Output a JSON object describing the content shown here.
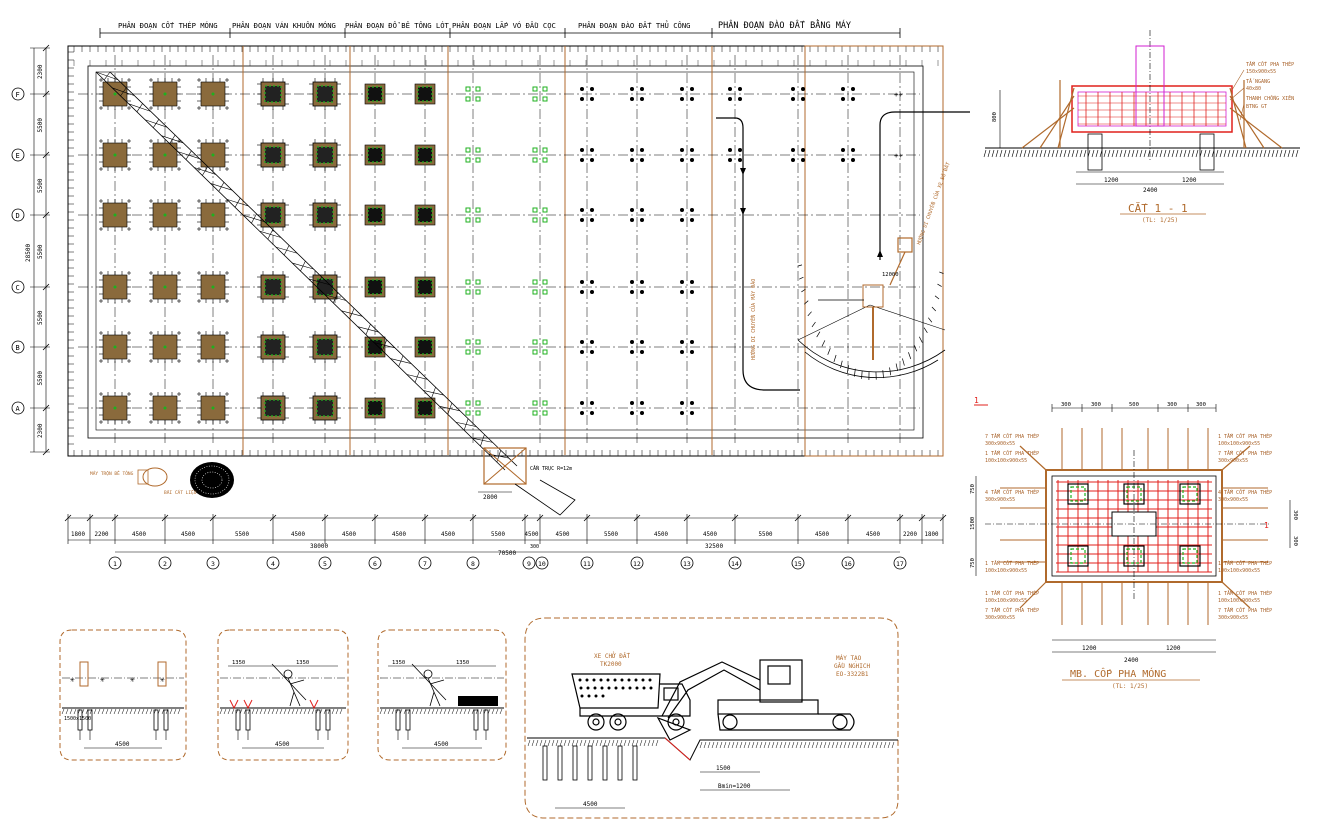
{
  "colors": {
    "background": "#ffffff",
    "ink": "#000000",
    "formwork": "#b06a2c",
    "footing_fill": "#8a6a3c",
    "rebar_red": "#e0201c",
    "rebar_green": "#1fb01f",
    "magenta": "#d21fd2",
    "annotation": "#a8622a"
  },
  "phases": [
    "PHÂN ĐOẠN CỐT THÉP MÓNG",
    "PHÂN ĐOẠN VÁN KHUÔN MÓNG",
    "PHÂN ĐOẠN ĐỔ BÊ TÔNG LÓT",
    "PHÂN ĐOẠN LẮP VÓ ĐẦU CỌC",
    "PHÂN ĐOẠN ĐÀO ĐẤT THỦ CÔNG",
    "PHÂN ĐOẠN ĐÀO ĐẤT BẰNG MÁY"
  ],
  "axis_letters": [
    "F",
    "E",
    "D",
    "C",
    "B",
    "A"
  ],
  "left_dims": [
    "2300",
    "5500",
    "5500",
    "5500",
    "5500",
    "5500",
    "2300"
  ],
  "left_total": "28500",
  "bottom_dims": [
    "1800",
    "2200",
    "4500",
    "4500",
    "5500",
    "4500",
    "4500",
    "4500",
    "4500",
    "5500",
    "4500",
    "4500",
    "5500",
    "4500",
    "4500",
    "5500",
    "4500",
    "4500",
    "2200",
    "1800"
  ],
  "bottom_subtotal_left": "38000",
  "bottom_subtotal_right": "32500",
  "bottom_total": "70500",
  "bottom_center_dim": "300",
  "axis_numbers": [
    "1",
    "2",
    "3",
    "4",
    "5",
    "6",
    "7",
    "8",
    "9",
    "10",
    "11",
    "12",
    "13",
    "14",
    "15",
    "16",
    "17"
  ],
  "plan_labels": {
    "mixer": "MÁY TRỘN BÊ TÔNG",
    "sand": "BÃI CÁT LIỆU",
    "crane_dim": "2800",
    "crane_label": "CẦN TRỤC R=12m",
    "route1": "HƯỚNG DI CHUYỂN CỦA MÁY ĐÀO",
    "route2": "HƯỚNG DI CHUYỂN CỦA XE ĐỔ ĐẤT",
    "excavator_dim": "12000"
  },
  "section": {
    "title": "CẮT 1 - 1",
    "scale": "(TL: 1/25)",
    "notes": [
      "TẤM CỐT PHA THÉP",
      "150x900x55",
      "TẤ NGANG",
      "40x80",
      "THANH CHỐNG XIÊN",
      "BTNG GT"
    ],
    "left_dim": "800",
    "dims": [
      "1200",
      "1200"
    ],
    "total": "2400"
  },
  "formwork_plan": {
    "marker": "1",
    "top_dims": [
      "300",
      "300",
      "500",
      "300",
      "300"
    ],
    "left_notes": [
      "7 TẤM CỐT PHA THÉP",
      "300x900x55",
      "1 TẤM CỐT PHA THÉP",
      "100x100x900x55",
      "4 TẤM CỐT PHA THÉP",
      "300x900x55",
      "1 TẤM CỐT PHA THÉP",
      "100x100x900x55",
      "1 TẤM CỐT PHA THÉP",
      "100x100x900x55",
      "7 TẤM CỐT PHA THÉP",
      "300x900x55"
    ],
    "right_notes": [
      "1 TẤM CỐT PHA THÉP",
      "100x100x900x55",
      "7 TẤM CỐT PHA THÉP",
      "300x900x55",
      "4 TẤM CỐT PHA THÉP",
      "300x900x55",
      "1 TẤM CỐT PHA THÉP",
      "100x100x900x55",
      "1 TẤM CỐT PHA THÉP",
      "100x100x900x55",
      "7 TẤM CỐT PHA THÉP",
      "300x900x55"
    ],
    "left_dims": [
      "750",
      "1500",
      "750"
    ],
    "right_dims": [
      "300",
      "300"
    ],
    "bottom_dims": [
      "1200",
      "1200"
    ],
    "bottom_total": "2400",
    "title": "MB. CỐP PHA MÓNG",
    "scale": "(TL: 1/25)"
  },
  "details": [
    {
      "dims_top": [],
      "dim_bottom": "4500",
      "label": "1500x1500"
    },
    {
      "dims_top": [
        "1350",
        "1350"
      ],
      "dim_bottom": "4500"
    },
    {
      "dims_top": [
        "1350",
        "1350"
      ],
      "dim_bottom": "4500"
    }
  ],
  "truck_detail": {
    "truck_label": "XE CHỞ ĐẤT",
    "truck_sub": "TK2000",
    "excavator_label": "MÁY TẠO",
    "excavator_sub": "GẦU NGHỊCH",
    "excavator_model": "EO-3322B1",
    "dim1": "1500",
    "dim2": "Bmin=1200",
    "dim3": "4500"
  }
}
